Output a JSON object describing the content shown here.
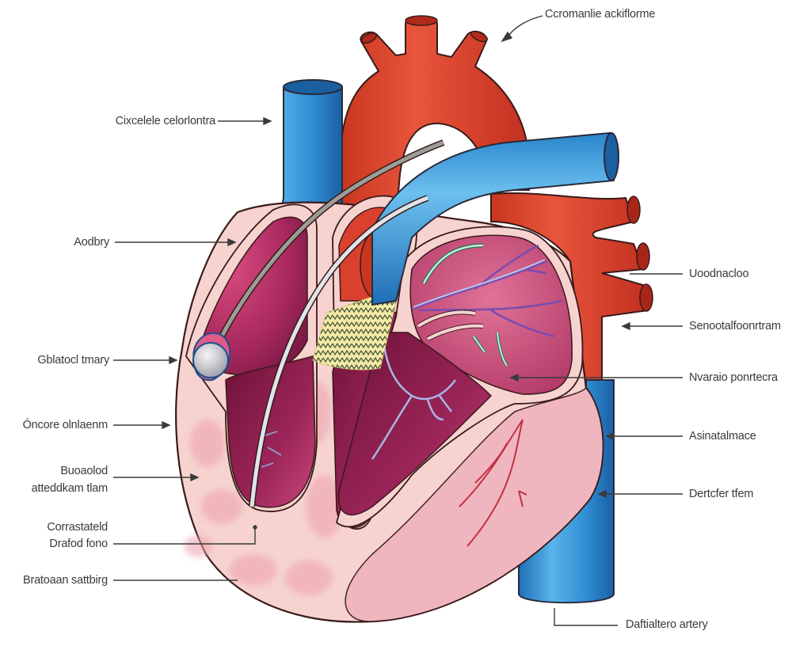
{
  "diagram": {
    "subject": "heart cross-section with catheter, stent and great vessels",
    "colors": {
      "artery_red": "#d9412e",
      "vein_blue": "#2f8fd3",
      "chamber_dark": "#8a1f4d",
      "chamber_pink": "#d24a7a",
      "myocardium": "#f6d3cf",
      "wall_pink": "#f0b5bf",
      "stent_yellow": "#f2eaa6",
      "catheter_gray": "#9d9d97",
      "outline": "#3a1a1a",
      "label_text": "#3a3a3a"
    },
    "labels": {
      "top_right": "Ccromanlie ackiflorme",
      "left_1": "Cixcelele celorlontra",
      "left_2": "Aodbry",
      "left_3": "Gblatocl tmary",
      "left_4": "Óncore olnlaenm",
      "left_5_line1": "Buoaolod",
      "left_5_line2": "atteddkam tlam",
      "left_6_line1": "Corrastateld",
      "left_6_line2": "Drafod fono",
      "left_7": "Bratoaan sattbirg",
      "right_1": "Uoodnacloo",
      "right_2": "Senootalfoonrtram",
      "right_3": "Nvaraio ponrtecra",
      "right_4": "Asinatalmace",
      "right_5": "Dertcfer tfem",
      "bottom_right": "Daftialtero artery"
    }
  }
}
